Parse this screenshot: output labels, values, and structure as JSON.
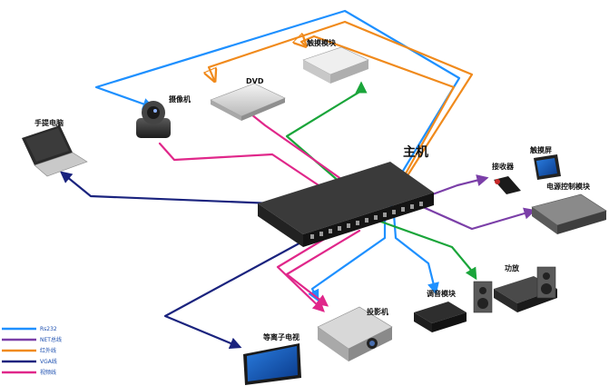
{
  "diagram": {
    "main_unit": {
      "label": "主机"
    },
    "devices": {
      "laptop": "手提电脑",
      "camera": "摄像机",
      "dvd": "DVD",
      "touch_module": "触摸模块",
      "receiver": "接收器",
      "touchscreen": "触摸屏",
      "power_module": "电源控制模块",
      "amplifier": "功放",
      "audio_module": "调音模块",
      "projector": "投影机",
      "plasma_tv": "等离子电视"
    },
    "legend": [
      {
        "label": "Rs232",
        "color": "#1e90ff"
      },
      {
        "label": "NET总线",
        "color": "#7b3fa8"
      },
      {
        "label": "红外线",
        "color": "#f08a1c"
      },
      {
        "label": "VGA线",
        "color": "#1a237e"
      },
      {
        "label": "视频线",
        "color": "#e0278a"
      }
    ],
    "colors": {
      "rs232": "#1e90ff",
      "net": "#7b3fa8",
      "ir": "#f08a1c",
      "vga": "#1a237e",
      "video": "#e0278a",
      "green": "#1aa53a"
    }
  }
}
